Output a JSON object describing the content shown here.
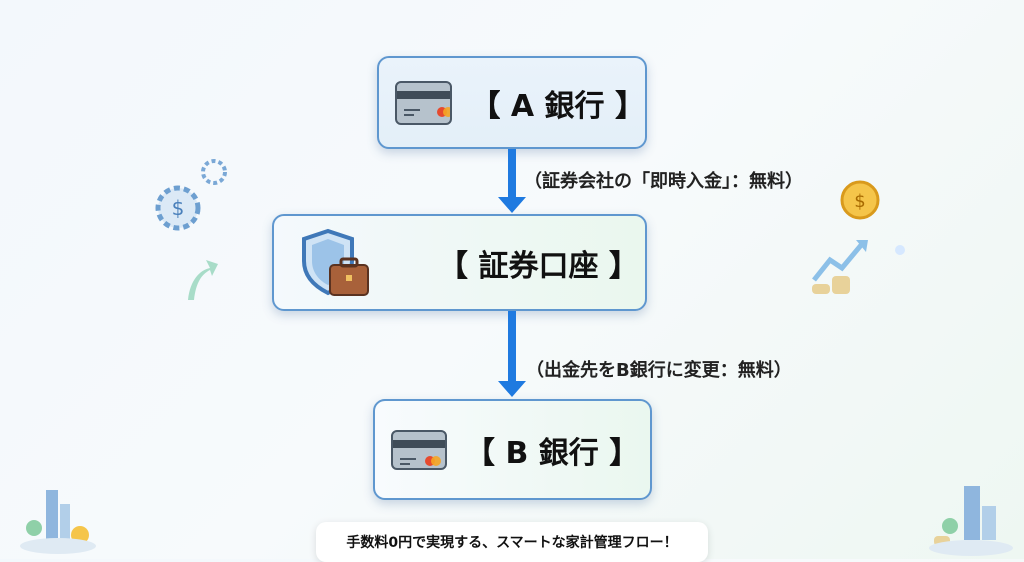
{
  "nodes": {
    "a_bank": {
      "label": "【 A 銀行 】",
      "icon": "credit-card-icon"
    },
    "securities": {
      "label": "【 証券口座 】",
      "icon": "shield-briefcase-icon"
    },
    "b_bank": {
      "label": "【 B 銀行 】",
      "icon": "credit-card-icon"
    }
  },
  "edges": [
    {
      "from": "a_bank",
      "to": "securities",
      "label": "（証券会社の「即時入金」：無料）"
    },
    {
      "from": "securities",
      "to": "b_bank",
      "label": "（出金先をB銀行に変更：無料）"
    }
  ],
  "footer": {
    "text": "手数料0円で実現する、スマートな家計管理フロー！"
  },
  "colors": {
    "arrow": "#1f7ae0",
    "border": "#5f97cf"
  }
}
